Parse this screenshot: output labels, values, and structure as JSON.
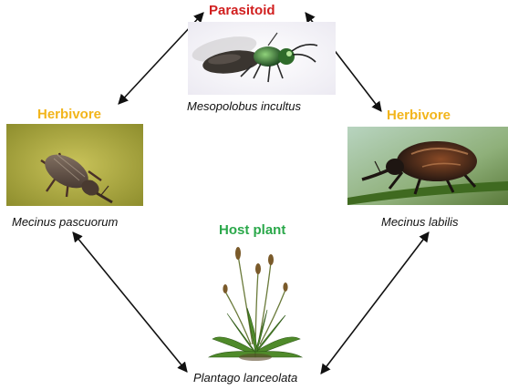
{
  "nodes": {
    "parasitoid": {
      "role": "Parasitoid",
      "species": "Mesopolobus incultus",
      "role_color": "#d11f1f"
    },
    "herbivore_left": {
      "role": "Herbivore",
      "species": "Mecinus pascuorum",
      "role_color": "#f2b51c"
    },
    "herbivore_right": {
      "role": "Herbivore",
      "species": "Mecinus labilis",
      "role_color": "#f2b51c"
    },
    "host_plant": {
      "role": "Host plant",
      "species": "Plantago lanceolata",
      "role_color": "#2aa84a"
    }
  },
  "images": {
    "parasitoid": "wasp-photo",
    "herbivore_left": "weevil-photo",
    "herbivore_right": "weevil-photo",
    "host_plant": "plant-photo"
  },
  "arrow_color": "#111111"
}
